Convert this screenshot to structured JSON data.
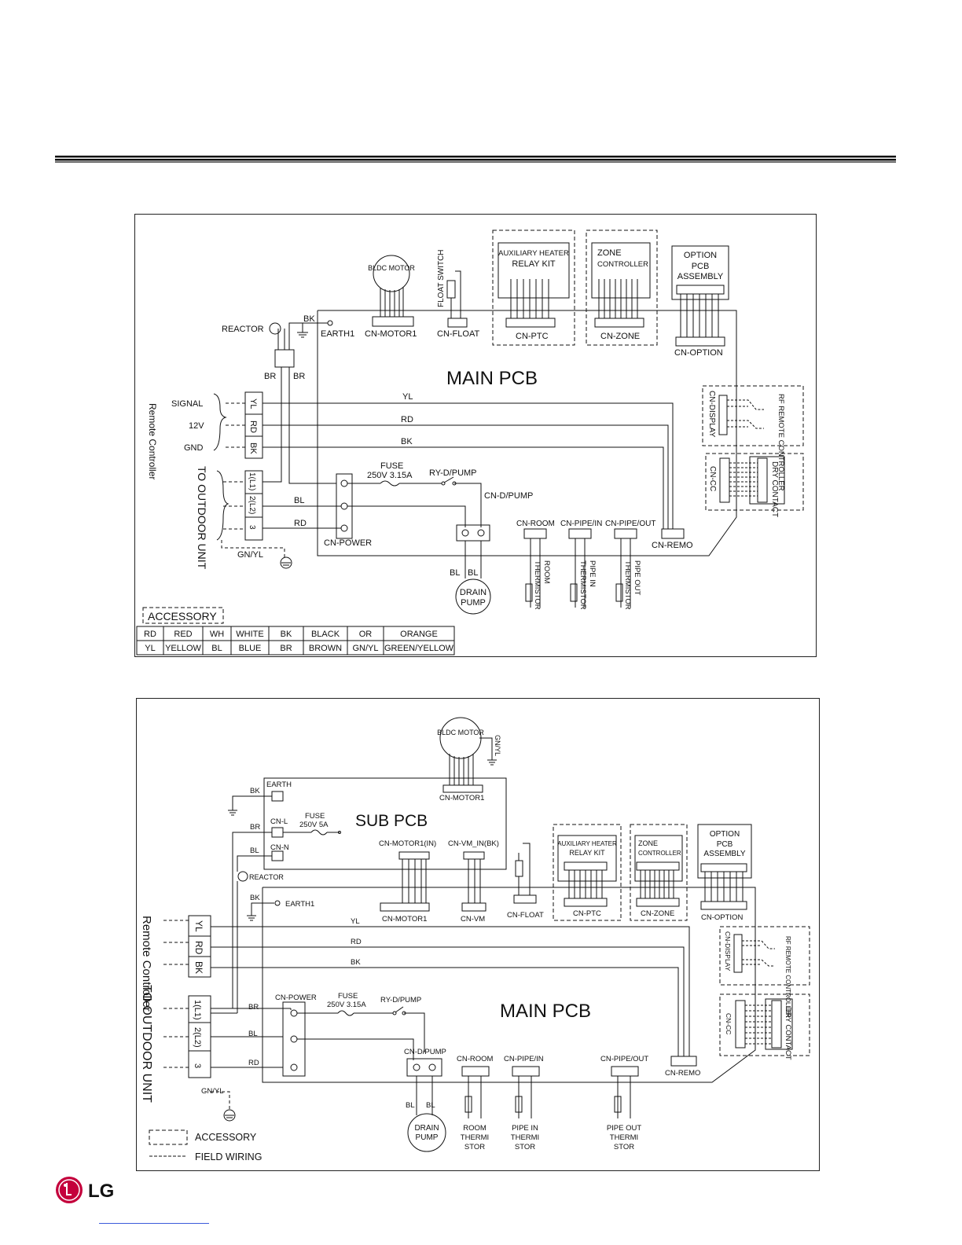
{
  "diagram1": {
    "bldc_motor": "BLDC MOTOR",
    "float_switch": "FLOAT SWITCH",
    "aux_heater": [
      "AUXILIARY HEATER",
      "RELAY KIT"
    ],
    "zone_controller": [
      "ZONE",
      "CONTROLLER"
    ],
    "option_pcb": [
      "OPTION",
      "PCB",
      "ASSEMBLY"
    ],
    "reactor": "REACTOR",
    "bk": "BK",
    "earth": "EARTH1",
    "cn_motor1": "CN-MOTOR1",
    "cn_float": "CN-FLOAT",
    "cn_ptc": "CN-PTC",
    "cn_zone": "CN-ZONE",
    "cn_option": "CN-OPTION",
    "br": "BR",
    "main_pcb": "MAIN PCB",
    "remote_controller": "Remote Controller",
    "signal": "SIGNAL",
    "v12": "12V",
    "gnd": "GND",
    "yl": "YL",
    "rd": "RD",
    "cn_display": "CN-DISPLAY",
    "rf_remote": "RF REMOTE CONTROLLER",
    "to_outdoor": "TO OUTDOOR UNIT",
    "t1": "1(L1)",
    "t2": "2(L2)",
    "t3": "3",
    "fuse": "FUSE",
    "fuse_rating": "250V 3.15A",
    "ry_dpump": "RY-D/PUMP",
    "cn_dpump": "CN-D/PUMP",
    "bl": "BL",
    "cn_power": "CN-POWER",
    "cn_cc": "CN-CC",
    "dry_contact": "DRY CONTACT",
    "cn_room": "CN-ROOM",
    "cn_pipe_in": "CN-PIPE/IN",
    "cn_pipe_out": "CN-PIPE/OUT",
    "cn_remo": "CN-REMO",
    "gnyl": "GN/YL",
    "drain_pump": [
      "DRAIN",
      "PUMP"
    ],
    "room_thermistor": [
      "ROOM",
      "THERMISTOR"
    ],
    "pipe_in_thermistor": [
      "PIPE IN",
      "THERMISTOR"
    ],
    "pipe_out_thermistor": [
      "PIPE OUT",
      "THERMISTOR"
    ],
    "accessory": "ACCESSORY",
    "legend_rows": [
      [
        "RD",
        "RED",
        "WH",
        "WHITE",
        "BK",
        "BLACK",
        "OR",
        "ORANGE"
      ],
      [
        "YL",
        "YELLOW",
        "BL",
        "BLUE",
        "BR",
        "BROWN",
        "GN/YL",
        "GREEN/YELLOW"
      ]
    ]
  },
  "diagram2": {
    "bldc_motor": "BLDC MOTOR",
    "gnyl": "GN/YL",
    "bk": "BK",
    "earth": "EARTH",
    "cn_motor1": "CN-MOTOR1",
    "br": "BR",
    "cn_l": "CN-L",
    "fuse": "FUSE",
    "fuse_rating_sub": "250V 5A",
    "sub_pcb": "SUB PCB",
    "bl": "BL",
    "cn_n": "CN-N",
    "cn_motor1_in": "CN-MOTOR1(IN)",
    "cn_vm_in": "CN-VM_IN(BK)",
    "reactor": "REACTOR",
    "aux_heater": [
      "AUXILIARY HEATER",
      "RELAY KIT"
    ],
    "zone_controller": [
      "ZONE",
      "CONTROLLER"
    ],
    "option_pcb": [
      "OPTION",
      "PCB",
      "ASSEMBLY"
    ],
    "earth1": "EARTH1",
    "cn_vm": "CN-VM",
    "cn_float": "CN-FLOAT",
    "cn_ptc": "CN-PTC",
    "cn_zone": "CN-ZONE",
    "cn_option": "CN-OPTION",
    "remote_controller": "Remote Controller",
    "yl": "YL",
    "rd": "RD",
    "cn_display": "CN-DISPLAY",
    "rf_remote": "RF REMOTE CONTROLLER",
    "to_outdoor": "TO OUTDOOR UNIT",
    "t1": "1(L1)",
    "t2": "2(L2)",
    "t3": "3",
    "cn_power": "CN-POWER",
    "fuse_rating": "250V 3.15A",
    "ry_dpump": "RY-D/PUMP",
    "main_pcb": "MAIN PCB",
    "cn_cc": "CN-CC",
    "dry_contact": "DRY CONTACT",
    "cn_dpump": "CN-D/PUMP",
    "cn_room": "CN-ROOM",
    "cn_pipe_in": "CN-PIPE/IN",
    "cn_pipe_out": "CN-PIPE/OUT",
    "cn_remo": "CN-REMO",
    "drain_pump": [
      "DRAIN",
      "PUMP"
    ],
    "room_thermistor": [
      "ROOM",
      "THERMI",
      "STOR"
    ],
    "pipe_in_thermistor": [
      "PIPE IN",
      "THERMI",
      "STOR"
    ],
    "pipe_out_thermistor": [
      "PIPE OUT",
      "THERMI",
      "STOR"
    ],
    "accessory": "ACCESSORY",
    "field_wiring": "FIELD WIRING"
  },
  "brand": {
    "logo_text": "LG"
  }
}
